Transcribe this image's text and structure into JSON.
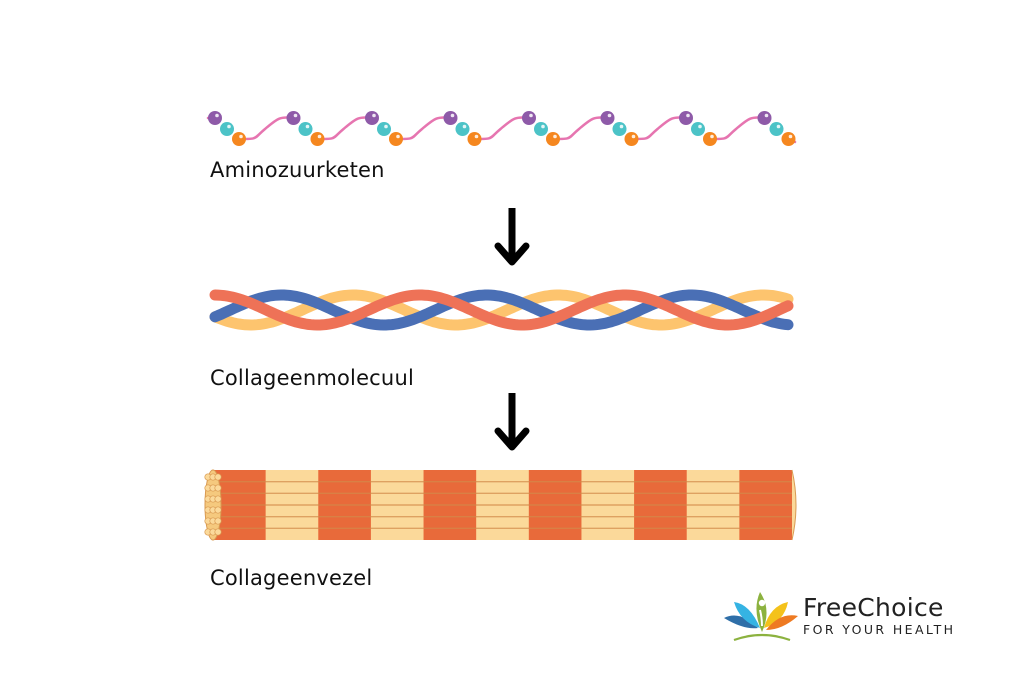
{
  "diagram": {
    "stages": [
      {
        "label": "Aminozuurketen",
        "kind": "amino-acid-chain"
      },
      {
        "label": "Collageenmolecuul",
        "kind": "collagen-triple-helix"
      },
      {
        "label": "Collageenvezel",
        "kind": "collagen-fiber"
      }
    ],
    "arrows": [
      {
        "from": "Aminozuurketen",
        "to": "Collageenmolecuul",
        "direction": "down"
      },
      {
        "from": "Collageenmolecuul",
        "to": "Collageenvezel",
        "direction": "down"
      }
    ],
    "amino_chain": {
      "bead_clusters": 8,
      "bead_colors": [
        "#8e5aa8",
        "#4cc3c7",
        "#f5871f"
      ],
      "strand_color": "#e675b0"
    },
    "helix": {
      "strand_colors": [
        "#ee7257",
        "#4a6fb5",
        "#fdc46e"
      ]
    },
    "fiber": {
      "band_colors": [
        "#e86a3a",
        "#fbd99a"
      ],
      "bands": 11
    }
  },
  "logo": {
    "name": "FreeChoice",
    "tagline": "FOR YOUR HEALTH",
    "petal_colors": [
      "#2f6fa8",
      "#35b3e3",
      "#8cb23f",
      "#f4c21b",
      "#ee7a22"
    ]
  }
}
